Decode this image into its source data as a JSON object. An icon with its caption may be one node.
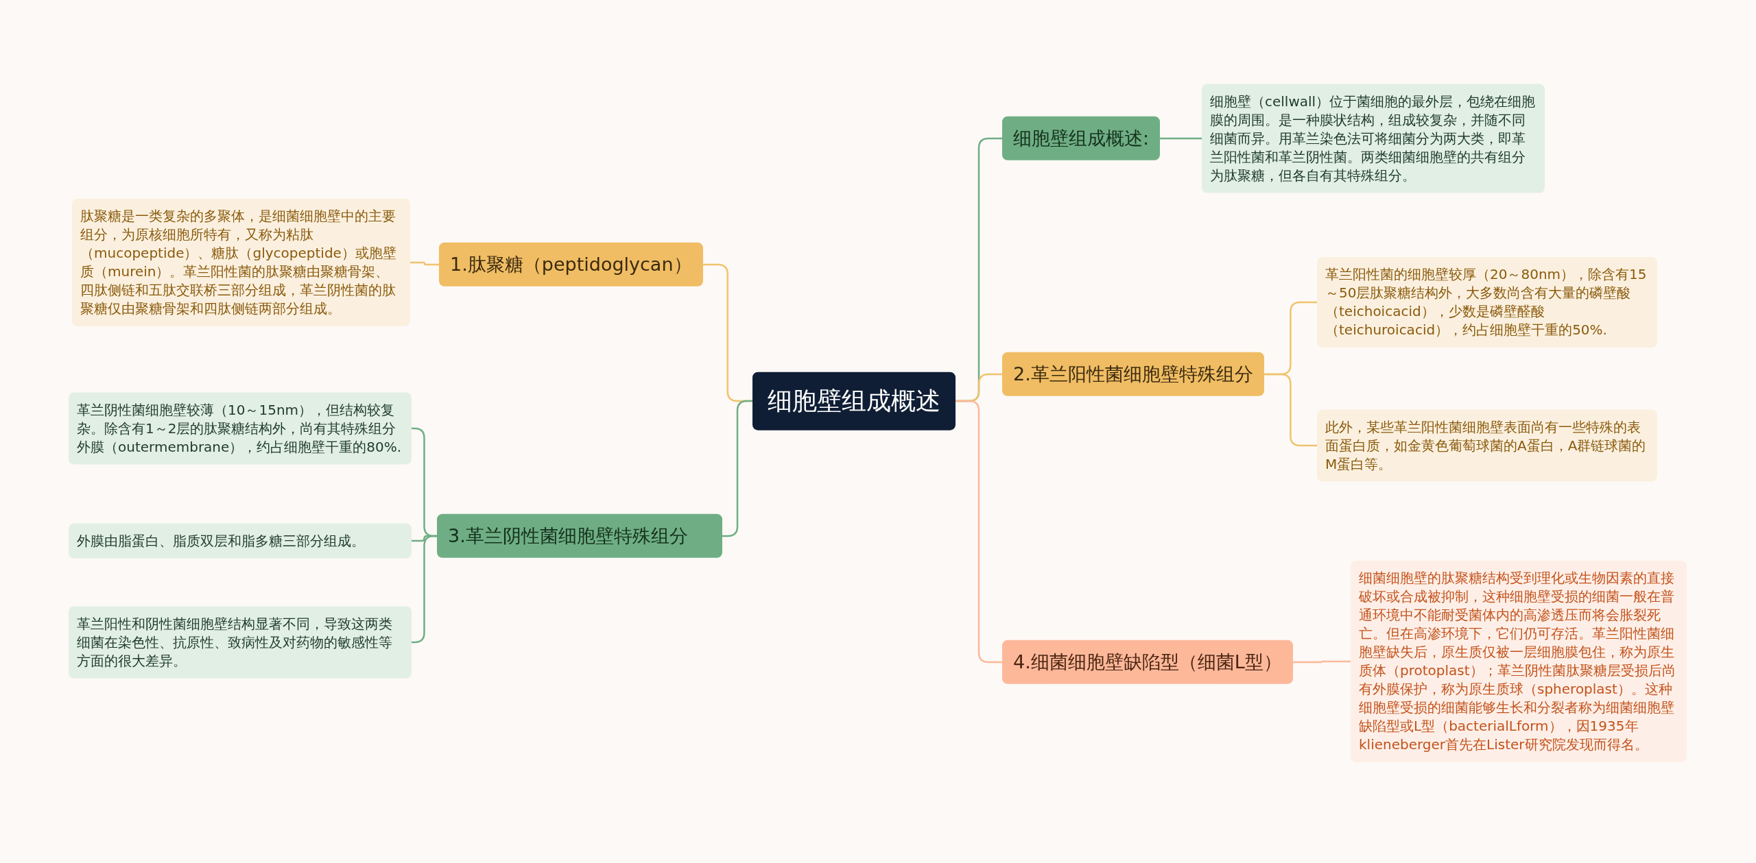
{
  "diagram": {
    "nodes": [
      {
        "text": [
          "细胞壁组成概述"
        ]
      },
      {
        "text": [
          "1.肽聚糖（peptidoglycan）"
        ]
      },
      {
        "text": [
          "肽聚糖是一类复杂的多聚体，是细菌细胞壁中的主要组分，为原核细胞所特有，又称为粘肽（mucopeptide）、糖肽（glycopeptide）或胞壁质（murein）。革兰阳性菌的肽聚糖由聚糖骨架、四肽侧链和五肽交联桥三部分组成，革兰阴性菌的肽聚糖仅由聚糖骨架和四肽侧链两部分组成。"
        ]
      },
      {
        "text": [
          "3.革兰阴性菌细胞壁特殊组分"
        ]
      },
      {
        "text": [
          "革兰阴性菌细胞壁较薄（10～15nm），但结构较复杂。除含有1～2层的肽聚糖结构外，尚有其特殊组分外膜（outermembrane），约占细胞壁干重的80%."
        ]
      },
      {
        "text": [
          "外膜由脂蛋白、脂质双层和脂多糖三部分组成。"
        ]
      },
      {
        "text": [
          "革兰阳性和阴性菌细胞壁结构显著不同，导致这两类细菌在染色性、抗原性、致病性及对药物的敏感性等方面的很大差异。"
        ]
      },
      {
        "text": [
          "细胞壁组成概述:"
        ]
      },
      {
        "text": [
          "细胞壁（cellwall）位于菌细胞的最外层，包绕在细胞膜的周围。是一种膜状结构，组成较复杂，并随不同细菌而异。用革兰染色法可将细菌分为两大类，即革兰阳性菌和革兰阴性菌。两类细菌细胞壁的共有组分为肽聚糖，但各自有其特殊组分。"
        ]
      },
      {
        "text": [
          "2.革兰阳性菌细胞壁特殊组分"
        ]
      },
      {
        "text": [
          "革兰阳性菌的细胞壁较厚（20～80nm），除含有15～50层肽聚糖结构外，大多数尚含有大量的磷壁酸（teichoicacid），少数是磷壁醛酸（teichuroicacid），约占细胞壁干重的50%."
        ]
      },
      {
        "text": [
          "此外，某些革兰阳性菌细胞壁表面尚有一些特殊的表面蛋白质，如金黄色葡萄球菌的A蛋白，A群链球菌的M蛋白等。"
        ]
      },
      {
        "text": [
          "4.细菌细胞壁缺陷型（细菌L型）"
        ]
      },
      {
        "text": [
          "细菌细胞壁的肽聚糖结构受到理化或生物因素的直接破坏或合成被抑制，这种细胞壁受损的细菌一般在普通环境中不能耐受菌体内的高渗透压而将会胀裂死亡。但在高渗环境下，它们仍可存活。革兰阳性菌细胞壁缺失后，原生质仅被一层细胞膜包住，称为原生质体（protoplast）；革兰阴性菌肽聚糖层受损后尚有外膜保护，称为原生质球（spheroplast）。这种细胞壁受损的细菌能够生长和分裂者称为细菌细胞壁缺陷型或L型（bacterialLform），因1935年klieneberger首先在Lister研究院发现而得名。"
        ]
      }
    ],
    "edges": [
      {
        "from": 0,
        "to": 1,
        "arrow": "none",
        "color": "#f0c36e"
      },
      {
        "from": 1,
        "to": 2,
        "arrow": "none",
        "color": "#f0c36e"
      },
      {
        "from": 0,
        "to": 3,
        "arrow": "none",
        "color": "#6fae84"
      },
      {
        "from": 3,
        "to": 4,
        "arrow": "none",
        "color": "#6fae84"
      },
      {
        "from": 3,
        "to": 5,
        "arrow": "none",
        "color": "#6fae84"
      },
      {
        "from": 3,
        "to": 6,
        "arrow": "none",
        "color": "#6fae84"
      },
      {
        "from": 0,
        "to": 7,
        "arrow": "none",
        "color": "#6fae84"
      },
      {
        "from": 7,
        "to": 8,
        "arrow": "none",
        "color": "#6fae84"
      },
      {
        "from": 0,
        "to": 9,
        "arrow": "none",
        "color": "#f0c36e"
      },
      {
        "from": 9,
        "to": 10,
        "arrow": "none",
        "color": "#f0c36e"
      },
      {
        "from": 9,
        "to": 11,
        "arrow": "none",
        "color": "#f0c36e"
      },
      {
        "from": 0,
        "to": 12,
        "arrow": "none",
        "color": "#fbb99a"
      },
      {
        "from": 12,
        "to": 13,
        "arrow": "none",
        "color": "#fbb99a"
      }
    ]
  }
}
